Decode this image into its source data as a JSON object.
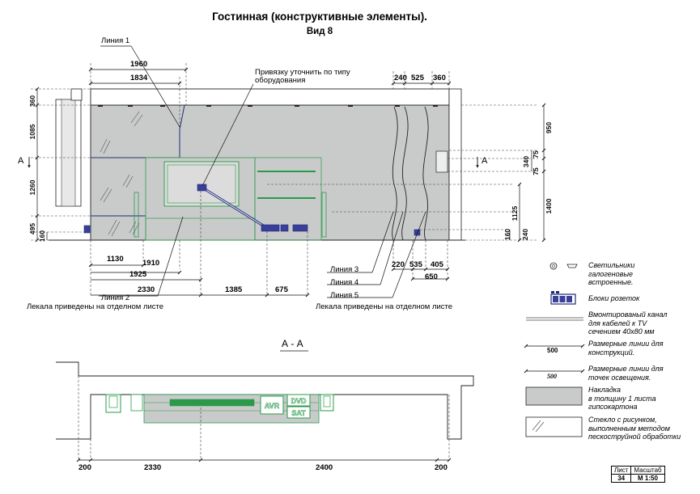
{
  "title": "Гостинная (конструктивные элементы).",
  "subtitle": "Вид 8",
  "section_title": "А - А",
  "section_mark": "А",
  "callouts": {
    "line1": "Линия 1",
    "line2": "Линия 2",
    "line3": "Линия 3",
    "line4": "Линия 4",
    "line5": "Линия 5",
    "note_binding_1": "Привязку уточнить по типу",
    "note_binding_2": "оборудования",
    "templates_left": "Лекала приведены на отделном листе",
    "templates_right": "Лекала приведены на отделном листе"
  },
  "dims": {
    "top_1960": "1960",
    "top_1834": "1834",
    "top_240": "240",
    "top_525": "525",
    "top_360": "360",
    "left_360": "360",
    "left_1085": "1085",
    "left_1260": "1260",
    "left_495": "495",
    "left_160": "160",
    "right_950": "950",
    "right_75a": "75",
    "right_340": "340",
    "right_75b": "75",
    "right_1400": "1400",
    "right_1125": "1125",
    "right_160": "160",
    "right_240": "240",
    "bot_1130": "1130",
    "bot_1910": "1910",
    "bot_1925": "1925",
    "bot_2330": "2330",
    "bot_1385": "1385",
    "bot_675": "675",
    "bot_220": "220",
    "bot_535": "535",
    "bot_405": "405",
    "bot_650": "650",
    "sec_200a": "200",
    "sec_2330": "2330",
    "sec_2400": "2400",
    "sec_200b": "200"
  },
  "equipment": {
    "avr": "AVR",
    "dvd": "DVD",
    "sat": "SAT"
  },
  "legend": {
    "lights": "Светильники\nгалогеновые\nвстроенные.",
    "sockets": "Блоки розеток",
    "channel": "Вмонтированый канал\nдля кабелей к TV\nсечением 40х80 мм",
    "dim_constr_value": "500",
    "dim_constr": "Размерные линии для\nконструкций.",
    "dim_light_value": "500",
    "dim_light": "Размерные линии для\nточек освещения.",
    "overlay": "Накладка\nв толщину 1 листа\nгипсокартона",
    "glass": "Стекло с рисунком,\nвыполненным методом\nпескоструйной обработки"
  },
  "stamp": {
    "sheet_label": "Лист",
    "scale_label": "Масштаб",
    "sheet": "34",
    "scale": "М 1:50"
  },
  "colors": {
    "line": "#1a1a1a",
    "wall_fill": "#c9cbcb",
    "panel_fill": "#b9bbbb",
    "green": "#2a9a4a",
    "blue": "#1e2a7a",
    "socket": "#3a3f9a"
  }
}
